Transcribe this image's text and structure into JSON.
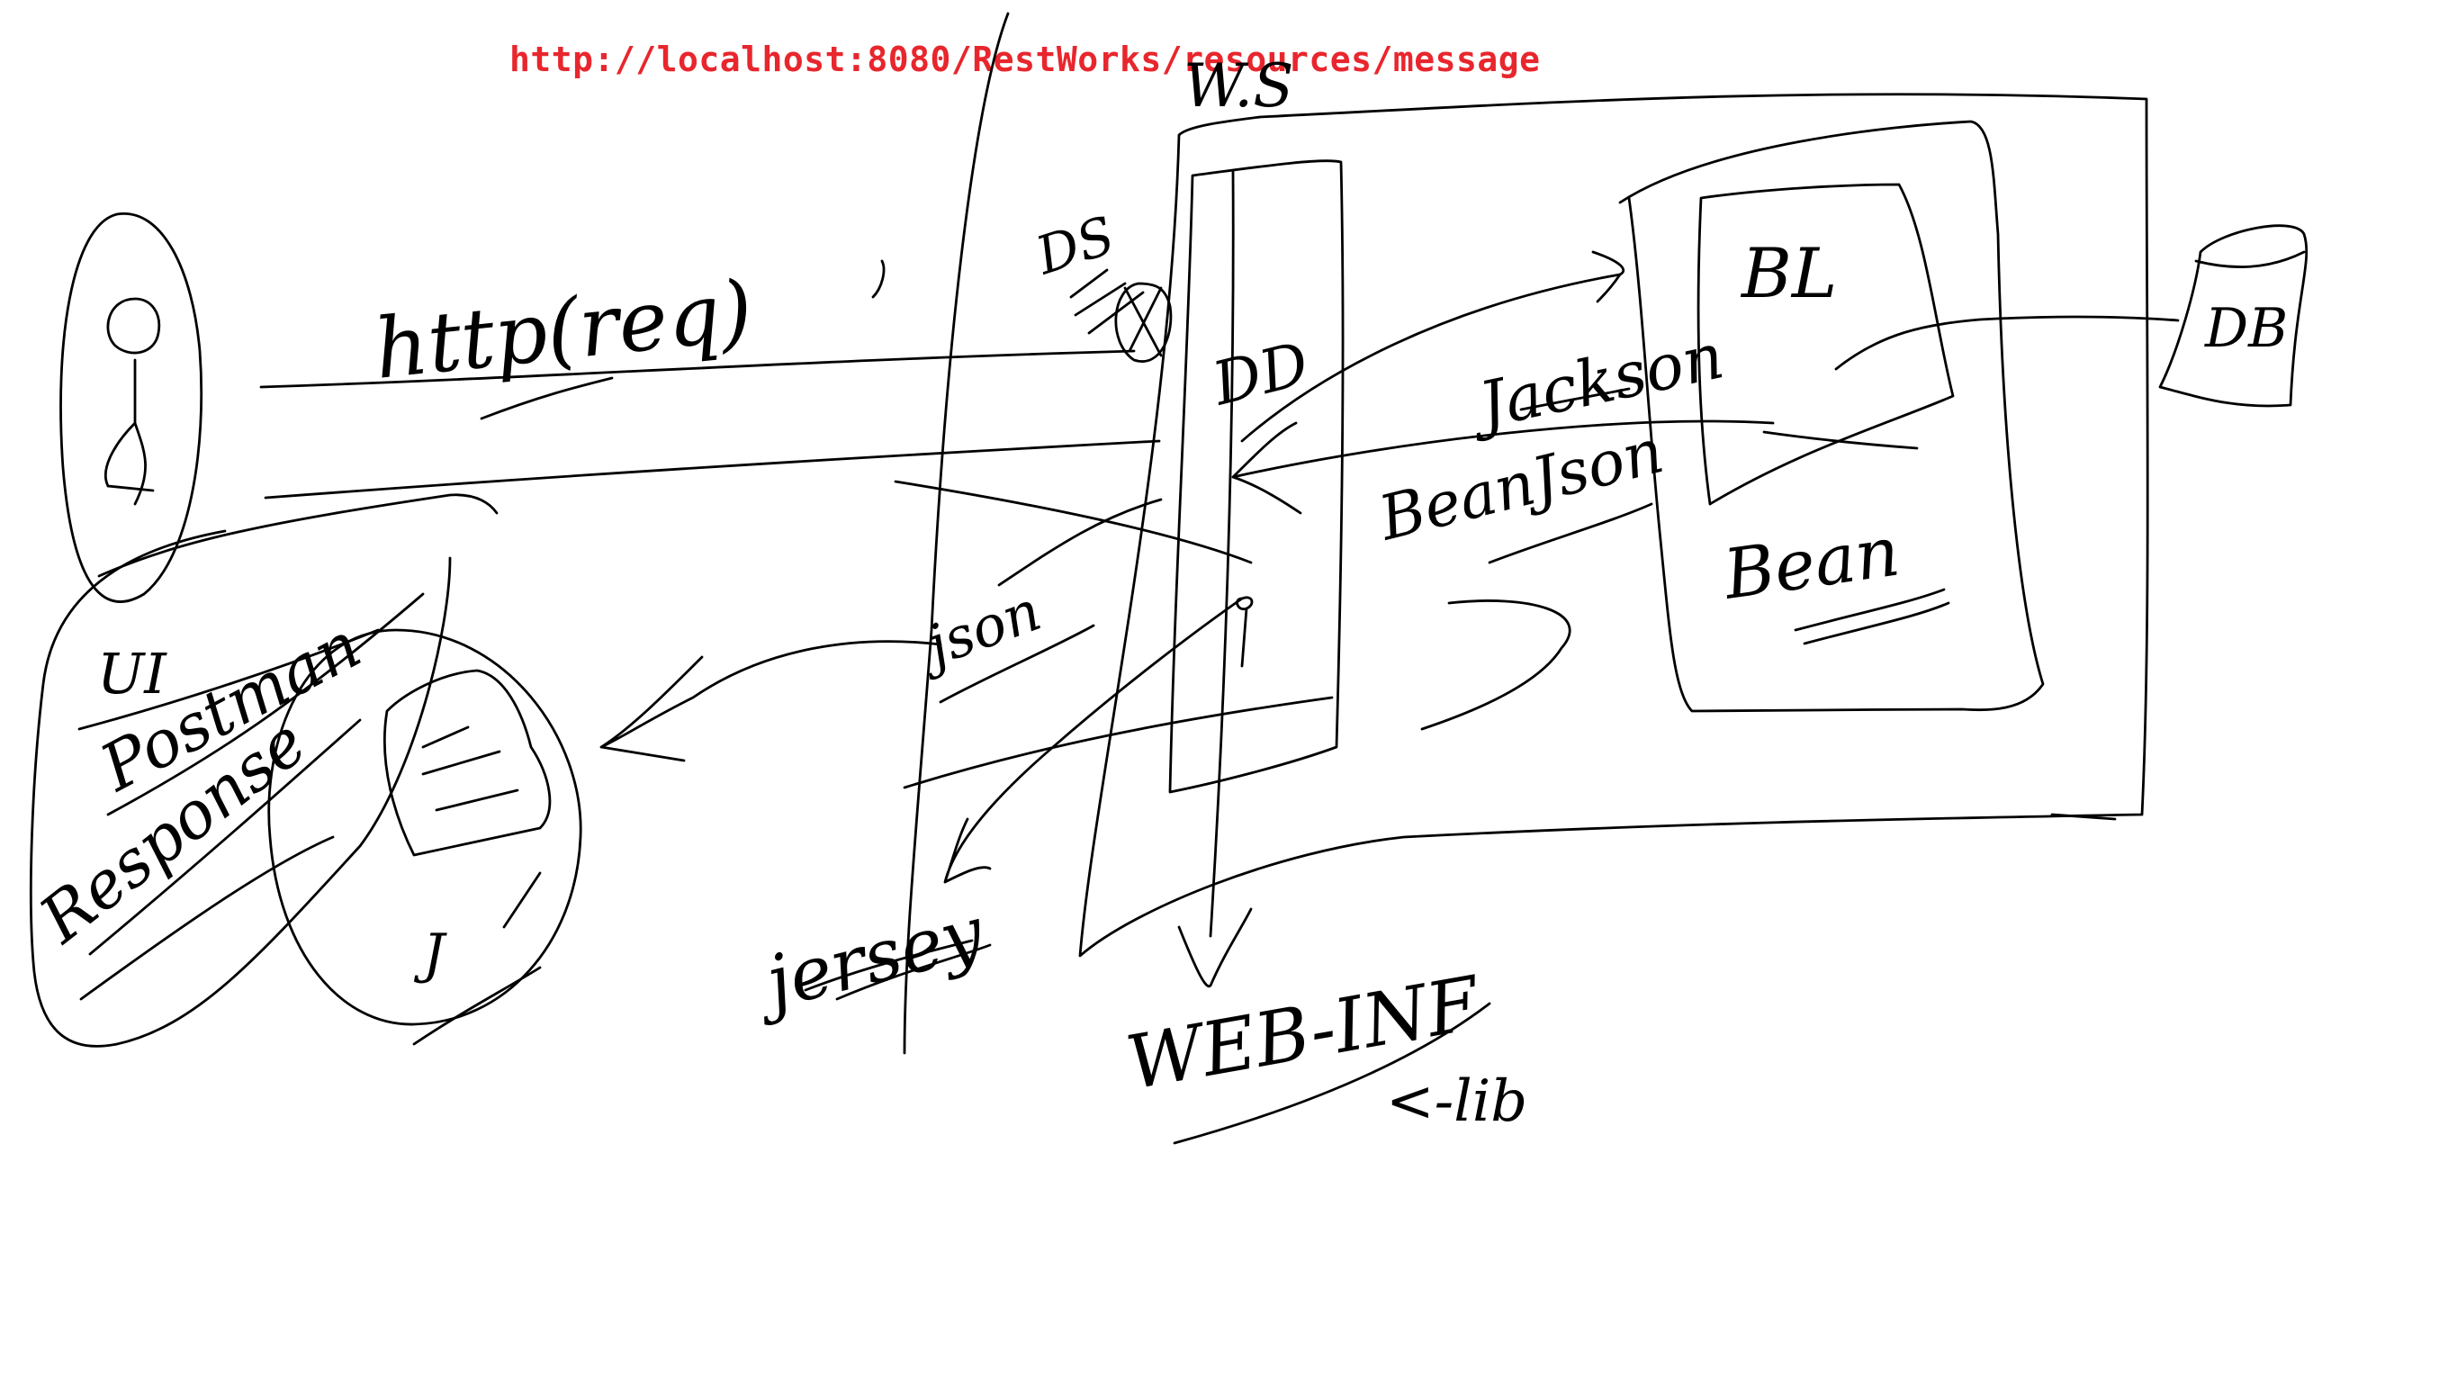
{
  "header": {
    "url": "http://localhost:8080/RestWorks/resources/message",
    "url_color": "#e8262d"
  },
  "sketch": {
    "ink_color": "#000000",
    "labels": {
      "http_req": "http(req)",
      "ws": "W.S",
      "ds": "DS",
      "dd": "DD",
      "bl": "BL",
      "jackson": "Jackson",
      "bean_json": "BeanJson",
      "bean": "Bean",
      "db": "DB",
      "json": "json",
      "jersey": "jersey",
      "web_inf": "WEB-INF",
      "lib": "<-lib",
      "ui": "UI",
      "postman": "Postman",
      "response": "Response",
      "j": "J"
    }
  }
}
